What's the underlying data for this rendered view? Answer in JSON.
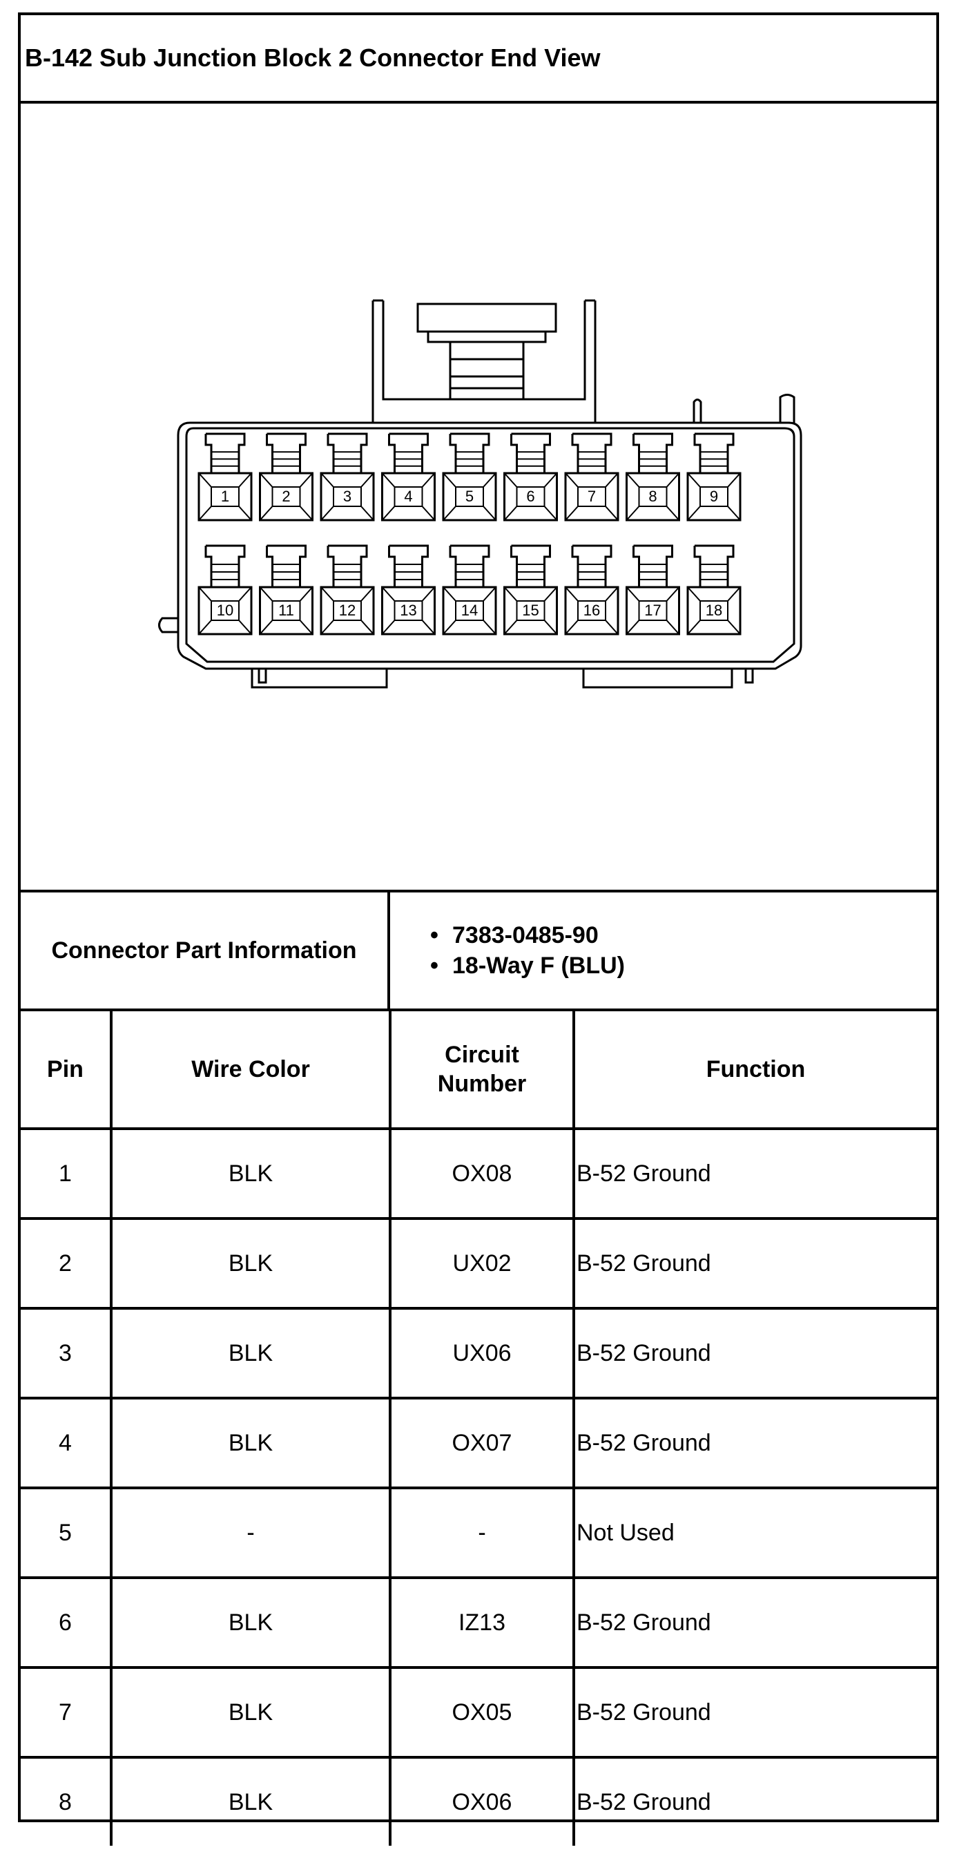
{
  "title": "B-142 Sub Junction Block 2 Connector End View",
  "connector_part_information": {
    "label": "Connector Part Information",
    "items": [
      "7383-0485-90",
      "18-Way F (BLU)"
    ]
  },
  "diagram": {
    "row1_pins": [
      "1",
      "2",
      "3",
      "4",
      "5",
      "6",
      "7",
      "8",
      "9"
    ],
    "row2_pins": [
      "10",
      "11",
      "12",
      "13",
      "14",
      "15",
      "16",
      "17",
      "18"
    ]
  },
  "table": {
    "headers": {
      "pin": "Pin",
      "wire_color": "Wire Color",
      "circuit_number_line1": "Circuit",
      "circuit_number_line2": "Number",
      "function": "Function"
    },
    "rows": [
      {
        "pin": "1",
        "wire_color": "BLK",
        "circuit": "OX08",
        "function": "B-52 Ground"
      },
      {
        "pin": "2",
        "wire_color": "BLK",
        "circuit": "UX02",
        "function": "B-52 Ground"
      },
      {
        "pin": "3",
        "wire_color": "BLK",
        "circuit": "UX06",
        "function": "B-52 Ground"
      },
      {
        "pin": "4",
        "wire_color": "BLK",
        "circuit": "OX07",
        "function": "B-52 Ground"
      },
      {
        "pin": "5",
        "wire_color": "-",
        "circuit": "-",
        "function": "Not Used"
      },
      {
        "pin": "6",
        "wire_color": "BLK",
        "circuit": "IZ13",
        "function": "B-52 Ground"
      },
      {
        "pin": "7",
        "wire_color": "BLK",
        "circuit": "OX05",
        "function": "B-52 Ground"
      },
      {
        "pin": "8",
        "wire_color": "BLK",
        "circuit": "OX06",
        "function": "B-52 Ground"
      }
    ]
  }
}
